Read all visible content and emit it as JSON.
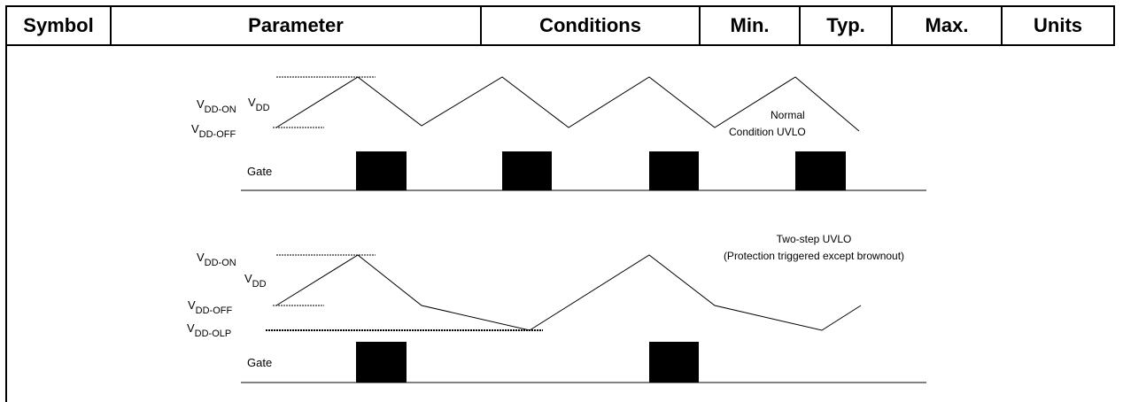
{
  "table": {
    "headers": [
      "Symbol",
      "Parameter",
      "Conditions",
      "Min.",
      "Typ.",
      "Max.",
      "Units"
    ]
  },
  "diagram_top": {
    "vdd_on_main": "V",
    "vdd_on_sub": "DD-ON",
    "vdd_main": "V",
    "vdd_sub": "DD",
    "vdd_off_main": "V",
    "vdd_off_sub": "DD-OFF",
    "gate": "Gate",
    "note_line1": "Normal",
    "note_line2": "Condition UVLO"
  },
  "diagram_bottom": {
    "vdd_on_main": "V",
    "vdd_on_sub": "DD-ON",
    "vdd_main": "V",
    "vdd_sub": "DD",
    "vdd_off_main": "V",
    "vdd_off_sub": "DD-OFF",
    "vdd_olp_main": "V",
    "vdd_olp_sub": "DD-OLP",
    "gate": "Gate",
    "note_line1": "Two-step UVLO",
    "note_line2": "(Protection triggered except brownout)"
  }
}
